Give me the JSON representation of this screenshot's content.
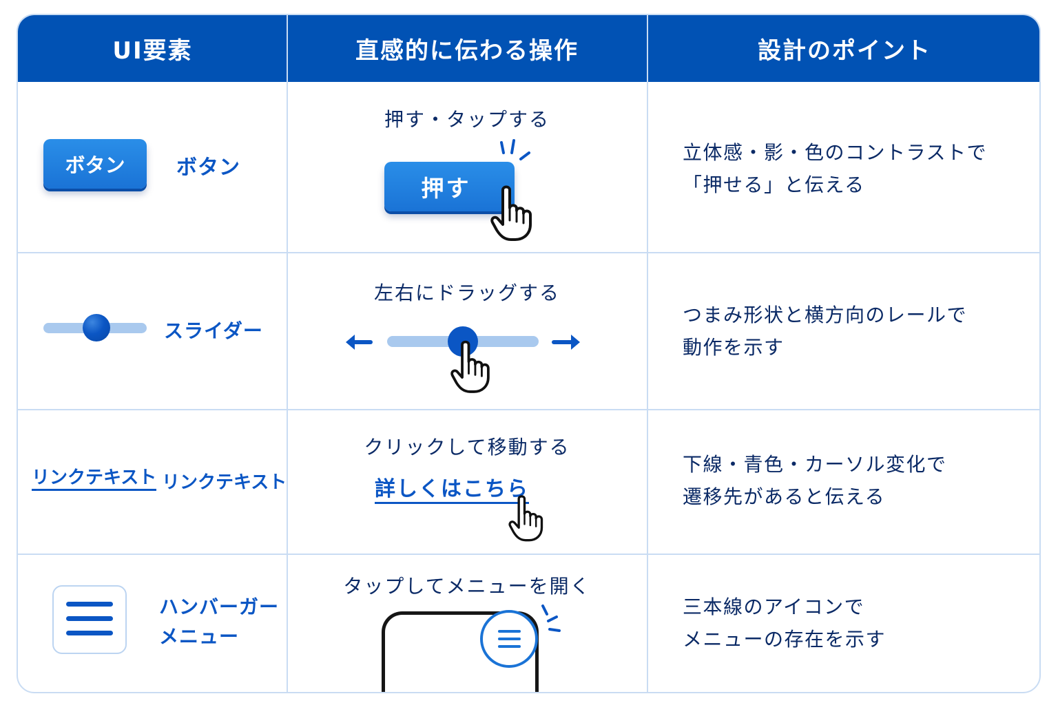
{
  "header": {
    "col1": "UI要素",
    "col2": "直感的に伝わる操作",
    "col3": "設計のポイント"
  },
  "rows": [
    {
      "element_label": "ボタン",
      "sample_label": "ボタン",
      "action": "押す・タップする",
      "demo_label": "押す",
      "desc_line1": "立体感・影・色のコントラストで",
      "desc_line2": "「押せる」と伝える"
    },
    {
      "element_label": "スライダー",
      "action": "左右にドラッグする",
      "desc_line1": "つまみ形状と横方向のレールで",
      "desc_line2": "動作を示す"
    },
    {
      "element_label": "リンクテキスト",
      "sample_label": "リンクテキスト",
      "action": "クリックして移動する",
      "demo_label": "詳しくはこちら",
      "desc_line1": "下線・青色・カーソル変化で",
      "desc_line2": "遷移先があると伝える"
    },
    {
      "element_label_line1": "ハンバーガー",
      "element_label_line2": "メニュー",
      "action": "タップしてメニューを開く",
      "desc_line1": "三本線のアイコンで",
      "desc_line2": "メニューの存在を示す"
    }
  ],
  "colors": {
    "header_bg": "#0152b4",
    "accent": "#0b56c4",
    "button_blue": "#1a73d6",
    "track": "#a9c9ee",
    "border": "#c9dcf3",
    "text_dark": "#0b2a66"
  },
  "icons": [
    "hand-pointer-icon",
    "arrow-left-icon",
    "arrow-right-icon",
    "hamburger-icon",
    "tap-spark-icon"
  ]
}
